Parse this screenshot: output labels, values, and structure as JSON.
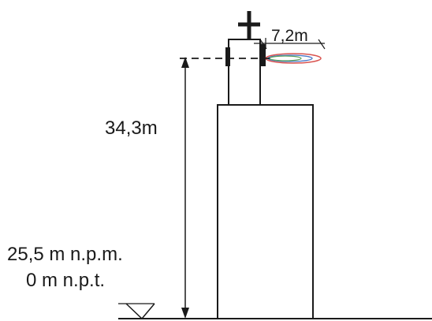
{
  "labels": {
    "height": "34,3m",
    "offset": "7,2m",
    "elevation_sea": "25,5 m n.p.m.",
    "elevation_ground": "0 m n.p.t."
  },
  "icons": {
    "cross": "cross-icon",
    "antenna_beam": "antenna-beam-icon"
  },
  "colors": {
    "ink": "#1a1a1a",
    "beam_red": "#d9534f",
    "beam_blue": "#4a78c8",
    "beam_green": "#5aa05a"
  }
}
